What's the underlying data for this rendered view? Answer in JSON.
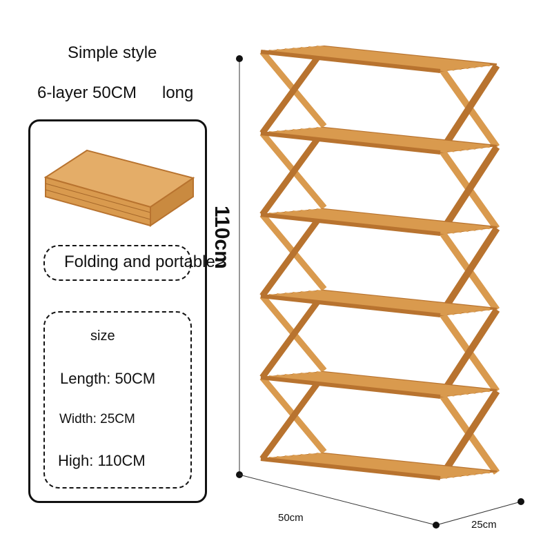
{
  "header": {
    "style": "Simple style",
    "variant": "6-layer 50CM",
    "variant_suffix": "long"
  },
  "panel": {
    "folding_label": "Folding and portable>",
    "size": {
      "title": "size",
      "length": "Length: 50CM",
      "width": "Width: 25CM",
      "high": "High: 110CM"
    }
  },
  "dimensions": {
    "height": "110cm",
    "length": "50cm",
    "depth": "25cm"
  },
  "colors": {
    "wood": "#d99a4e",
    "wood_dark": "#b8732f",
    "border": "#111111"
  },
  "product": {
    "shelf_count": 6
  }
}
